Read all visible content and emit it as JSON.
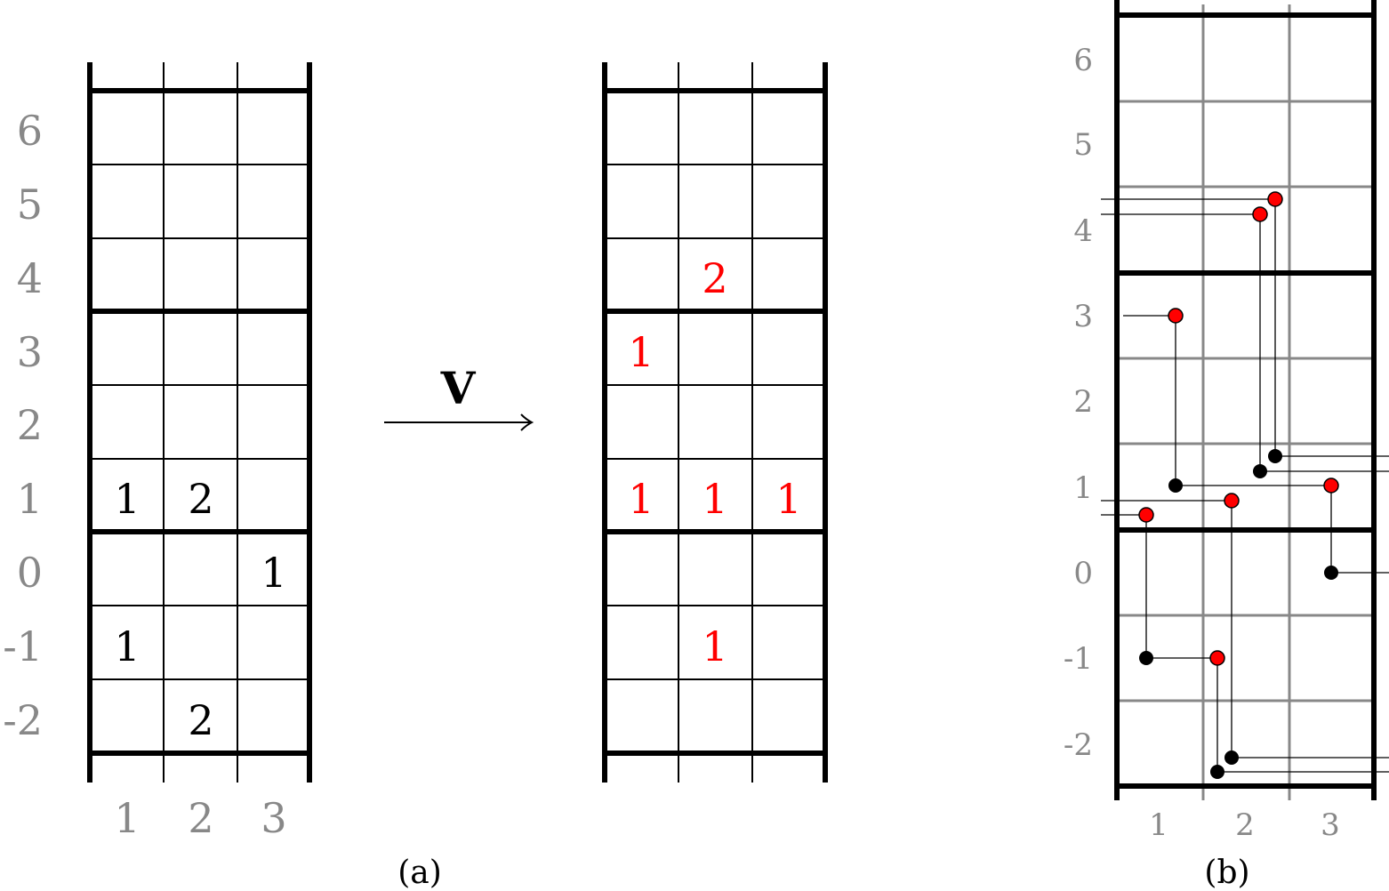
{
  "panel_a": {
    "row_labels": [
      "6",
      "5",
      "4",
      "3",
      "2",
      "1",
      "0",
      "-1",
      "-2"
    ],
    "col_labels": [
      "1",
      "2",
      "3"
    ],
    "left_grid_entries": [
      {
        "row": "1",
        "col": "1",
        "value": "1"
      },
      {
        "row": "1",
        "col": "2",
        "value": "2"
      },
      {
        "row": "0",
        "col": "3",
        "value": "1"
      },
      {
        "row": "-1",
        "col": "1",
        "value": "1"
      },
      {
        "row": "-2",
        "col": "2",
        "value": "2"
      }
    ],
    "right_grid_entries": [
      {
        "row": "4",
        "col": "2",
        "value": "2"
      },
      {
        "row": "3",
        "col": "1",
        "value": "1"
      },
      {
        "row": "1",
        "col": "1",
        "value": "1"
      },
      {
        "row": "1",
        "col": "2",
        "value": "1"
      },
      {
        "row": "1",
        "col": "3",
        "value": "1"
      },
      {
        "row": "-1",
        "col": "2",
        "value": "1"
      }
    ],
    "arrow_label": "V",
    "caption": "(a)"
  },
  "panel_b": {
    "row_labels": [
      "6",
      "5",
      "4",
      "3",
      "2",
      "1",
      "0",
      "-1",
      "-2"
    ],
    "col_labels": [
      "1",
      "2",
      "3"
    ],
    "caption": "(b)"
  },
  "colors": {
    "line": "#000000",
    "muted_label": "#888888",
    "highlight": "#ff0000",
    "grid_light": "#888888"
  }
}
